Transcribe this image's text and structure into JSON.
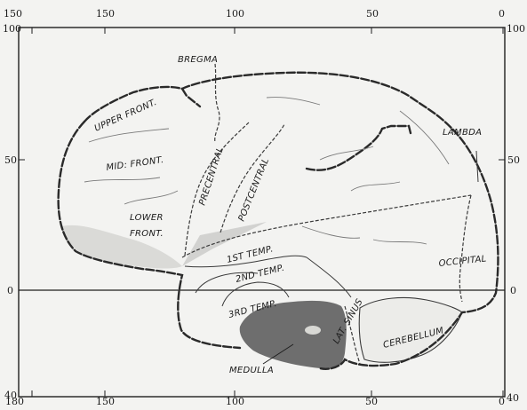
{
  "axis": {
    "top_ticks": [
      "150",
      "100",
      "50",
      "0"
    ],
    "top_left_value": "150",
    "bottom_ticks": [
      "180",
      "150",
      "100",
      "50",
      "0"
    ],
    "left_ticks": [
      "100",
      "50",
      "0",
      "40"
    ],
    "right_ticks": [
      "100",
      "50",
      "0",
      "40"
    ]
  },
  "labels": {
    "bregma": "BREGMA",
    "lambda": "LAMBDA",
    "upper_front": "UPPER FRONT.",
    "mid_front": "MID: FRONT.",
    "lower_front_1": "LOWER",
    "lower_front_2": "FRONT.",
    "precentral": "PRECENTRAL",
    "postcentral": "POSTCENTRAL",
    "first_temp": "1ST TEMP.",
    "second_temp": "2ND TEMP.",
    "third_temp": "3RD TEMP.",
    "occipital": "OCCIPITAL",
    "lat_sinus": "LAT. SINUS",
    "cerebellum": "CEREBELLUM",
    "medulla": "MEDULLA"
  },
  "colors": {
    "ink": "#1e1e1e",
    "paper": "#f3f3f1",
    "shade": "#6e6e6e"
  }
}
